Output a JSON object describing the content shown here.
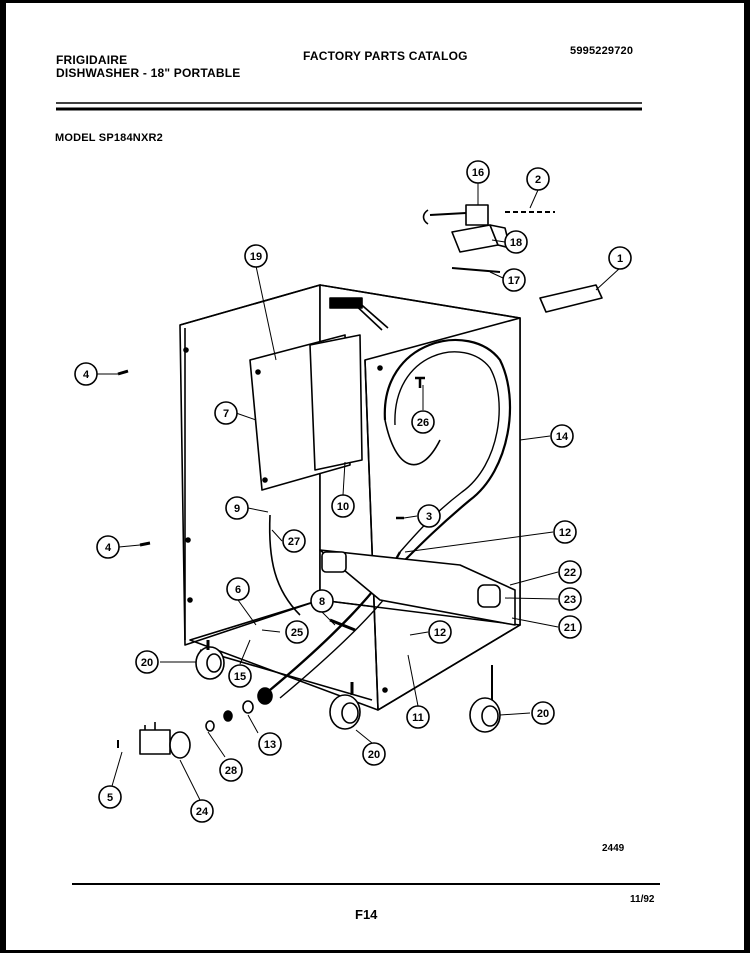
{
  "header": {
    "brand": "FRIGIDAIRE",
    "product": "DISHWASHER - 18\" PORTABLE",
    "catalog_title": "FACTORY PARTS CATALOG",
    "catalog_number": "5995229720",
    "model": "MODEL SP184NXR2"
  },
  "footer": {
    "drawing_code": "2449",
    "page": "F14",
    "date": "11/92"
  },
  "callouts": {
    "c1": "1",
    "c2": "2",
    "c3": "3",
    "c4a": "4",
    "c4b": "4",
    "c5": "5",
    "c6": "6",
    "c7": "7",
    "c8": "8",
    "c9": "9",
    "c10": "10",
    "c11": "11",
    "c12a": "12",
    "c12b": "12",
    "c13": "13",
    "c14": "14",
    "c15": "15",
    "c16": "16",
    "c17": "17",
    "c18": "18",
    "c19": "19",
    "c20a": "20",
    "c20b": "20",
    "c20c": "20",
    "c21": "21",
    "c22": "22",
    "c23": "23",
    "c24": "24",
    "c25": "25",
    "c26": "26",
    "c27": "27",
    "c28": "28"
  }
}
